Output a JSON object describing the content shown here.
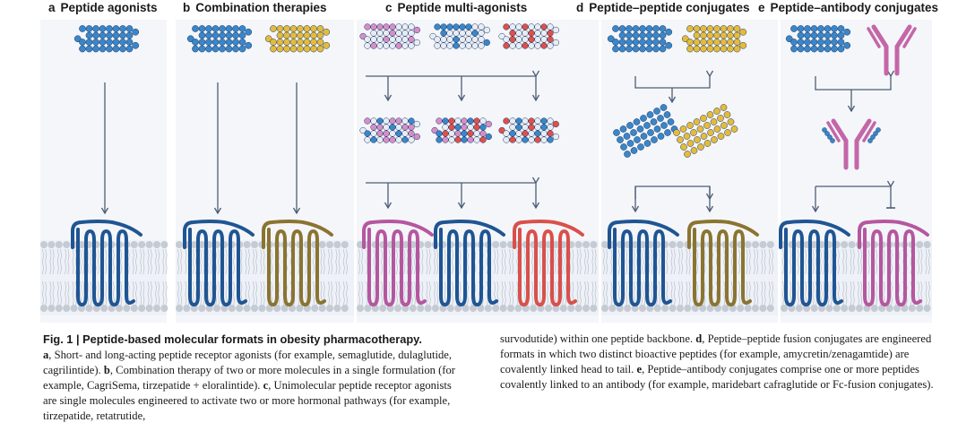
{
  "panels": {
    "a": {
      "letter": "a",
      "title": "Peptide agonists"
    },
    "b": {
      "letter": "b",
      "title": "Combination therapies"
    },
    "c": {
      "letter": "c",
      "title": "Peptide multi-agonists"
    },
    "d": {
      "letter": "d",
      "title": "Peptide–peptide conjugates"
    },
    "e": {
      "letter": "e",
      "title": "Peptide–antibody conjugates"
    }
  },
  "caption": {
    "title": "Fig. 1 | Peptide-based molecular formats in obesity pharmacotherapy.",
    "a_letter": "a",
    "a_text": ", Short- and long-acting peptide receptor agonists (for example, semaglutide, dulaglutide, cagrilintide).",
    "b_letter": "b",
    "b_text": ", Combination therapy of two or more molecules in a single formulation (for example, CagriSema, tirzepatide + eloralintide).",
    "c_letter": "c",
    "c_text": ", Unimolecular peptide receptor agonists are single molecules engineered to activate two or more hormonal pathways (for example, tirzepatide, retatrutide,",
    "c_cont": "survodutide) within one peptide backbone.",
    "d_letter": "d",
    "d_text": ", Peptide–peptide fusion conjugates are engineered formats in which two distinct bioactive peptides (for example, amycretin/zenagamtide) are covalently linked head to tail.",
    "e_letter": "e",
    "e_text": ", Peptide–antibody conjugates comprise one or more peptides covalently linked to an antibody (for example, maridebart cafraglutide or Fc-fusion conjugates)."
  },
  "colors": {
    "blue_receptor": "#1f5593",
    "gold_receptor": "#8a7430",
    "magenta_receptor": "#b5579f",
    "red_receptor": "#d9504a",
    "blue_bead": "#3a86c8",
    "gold_bead": "#e5bb3b",
    "pink_bead": "#d58ec6",
    "red_bead": "#e0504a",
    "white_bead": "#e8ecf4",
    "antibody": "#c466a8",
    "arrow": "#4d5c76",
    "membrane_bg": "#eef1f7",
    "lipid_head": "#c5cbd3"
  }
}
